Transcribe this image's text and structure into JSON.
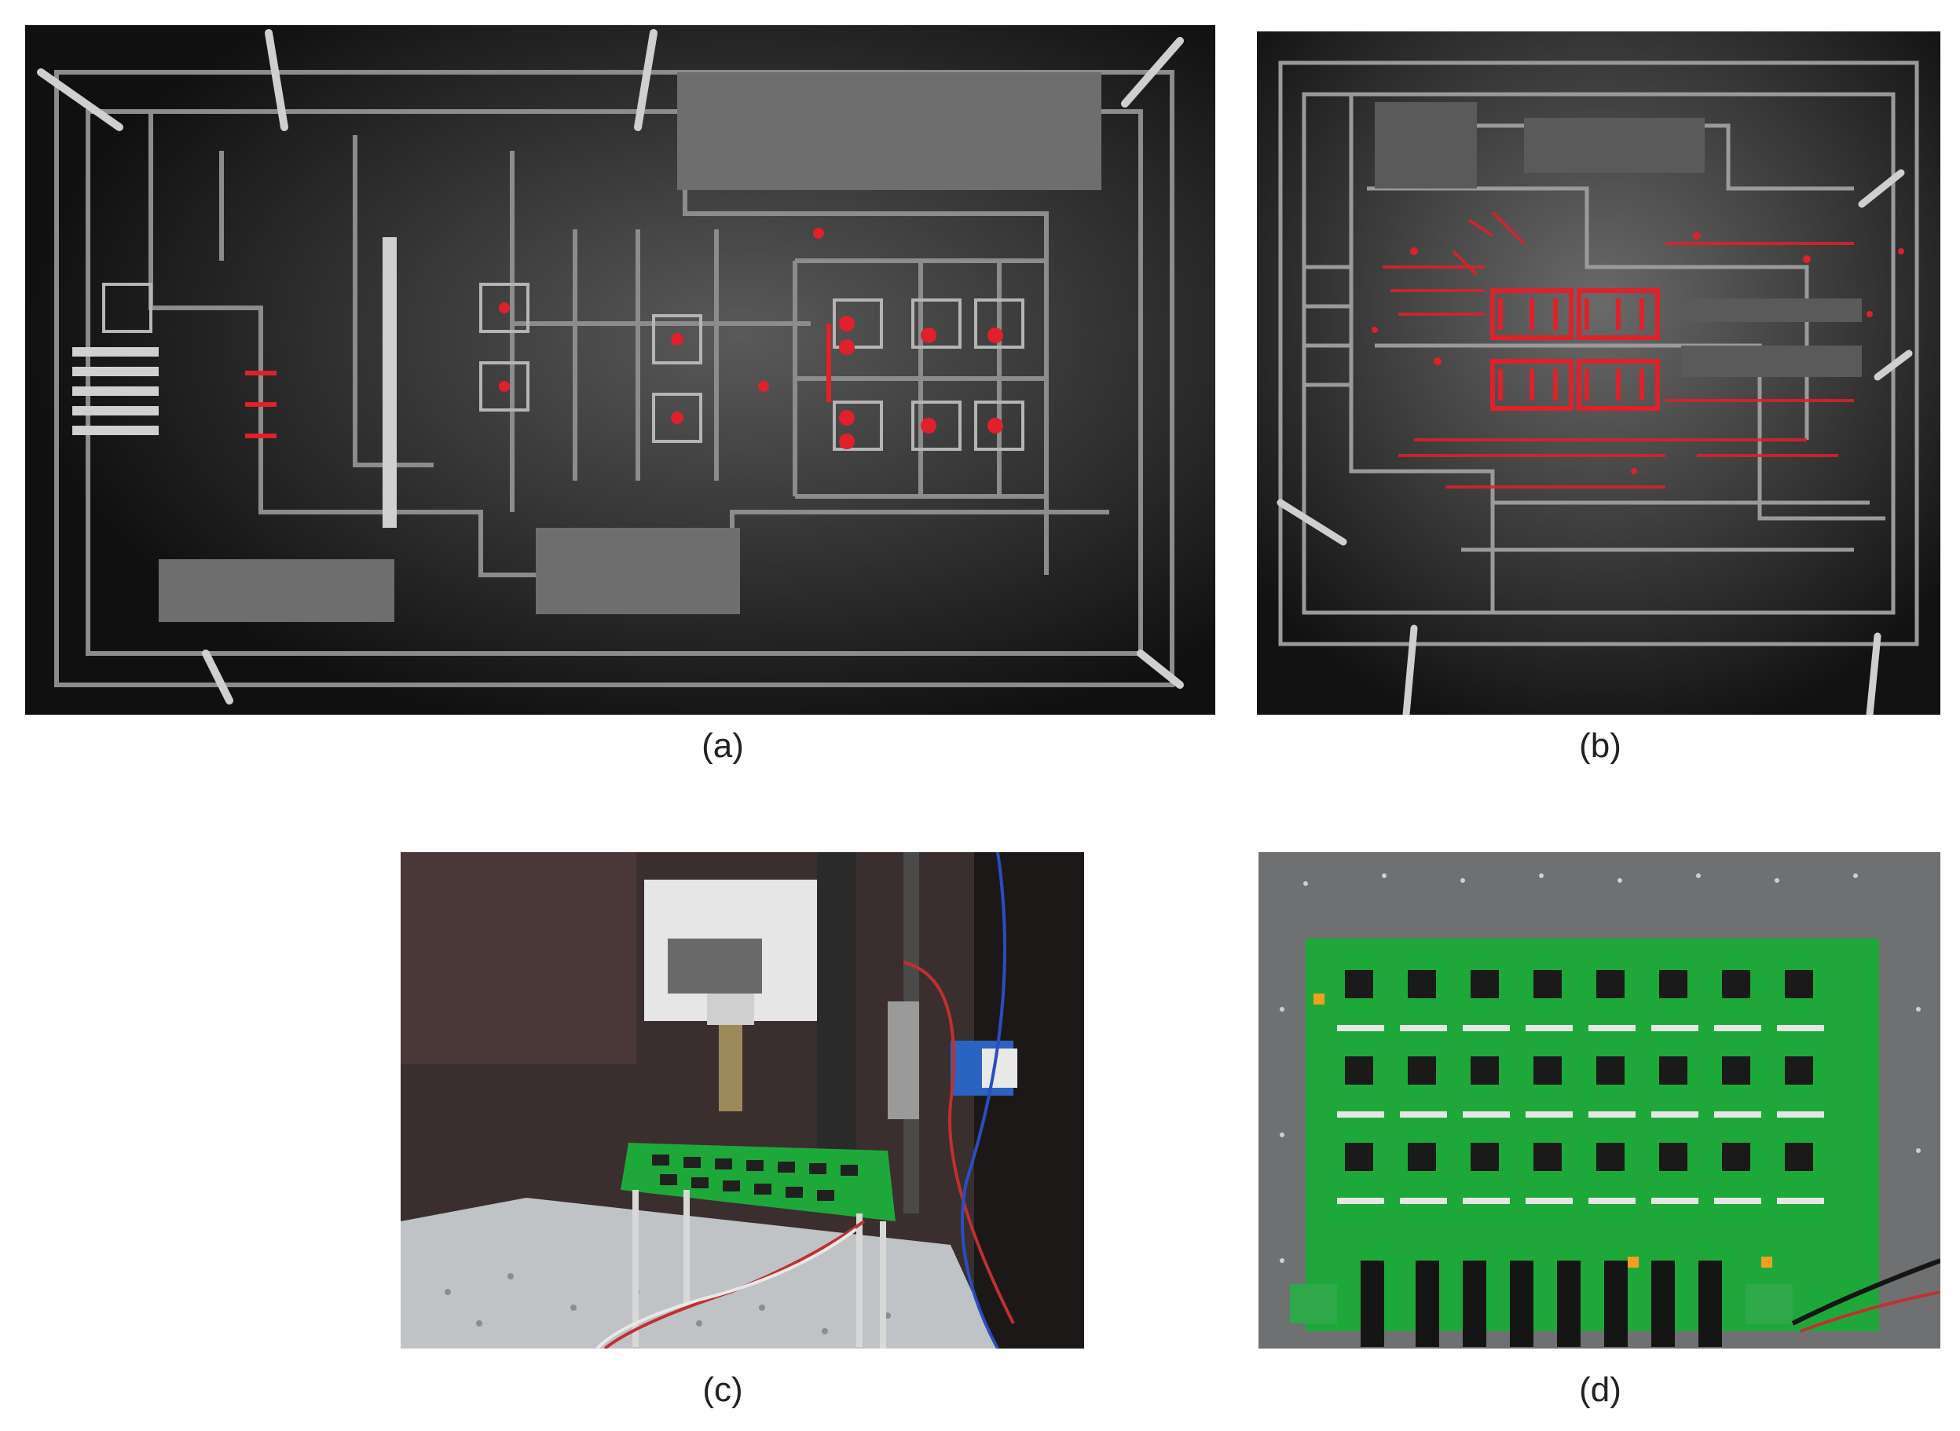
{
  "figure": {
    "panels": [
      {
        "id": "a",
        "caption": "(a)"
      },
      {
        "id": "b",
        "caption": "(b)"
      },
      {
        "id": "c",
        "caption": "(c)"
      },
      {
        "id": "d",
        "caption": "(d)"
      }
    ]
  },
  "colors": {
    "background": "#ffffff",
    "die_dark": "#0c0c0c",
    "die_trace": "#9a9a9a",
    "hotspot_red": "#e0202a",
    "pcb_green": "#1fa83a",
    "enclosure_brown": "#3a2e2e",
    "optical_table": "#bfc3c6"
  }
}
